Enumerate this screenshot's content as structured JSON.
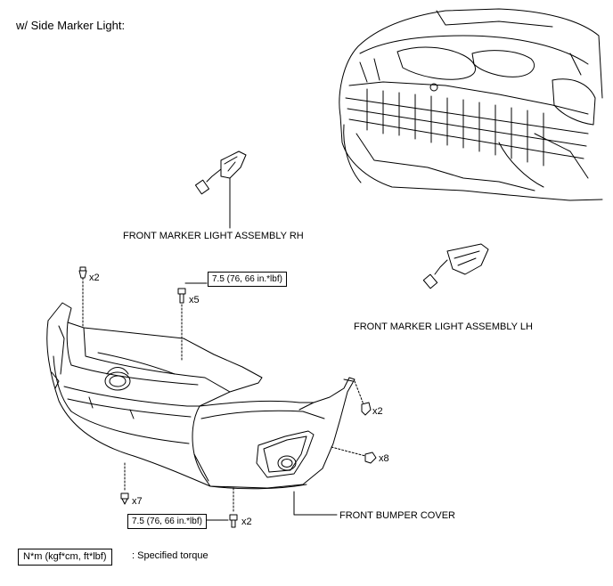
{
  "header": {
    "title": "w/ Side Marker Light:"
  },
  "parts": {
    "marker_rh": "FRONT MARKER LIGHT ASSEMBLY RH",
    "marker_lh": "FRONT MARKER LIGHT ASSEMBLY LH",
    "bumper_cover": "FRONT BUMPER COVER"
  },
  "quantities": {
    "top_left_clip": "x2",
    "top_bolt": "x5",
    "right_clip": "x2",
    "right_screw": "x8",
    "bottom_clip": "x7",
    "bottom_bolt": "x2"
  },
  "torque": {
    "top_spec": "7.5 (76, 66 in.*lbf)",
    "bottom_spec": "7.5 (76, 66 in.*lbf)"
  },
  "legend": {
    "unit_box": "N*m (kgf*cm, ft*lbf)",
    "description": ": Specified torque"
  },
  "colors": {
    "line": "#000000",
    "fill": "#ffffff"
  }
}
